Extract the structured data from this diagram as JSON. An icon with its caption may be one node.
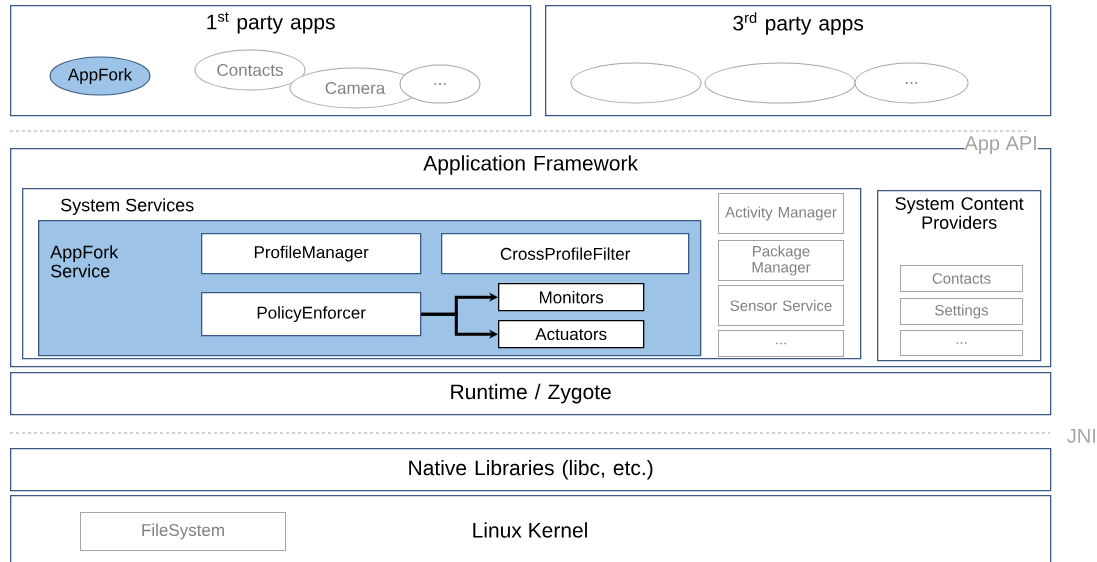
{
  "diagram": {
    "nodes": [
      {
        "text": [
          "1$^{st}$ party apps"
        ]
      },
      {
        "text": [
          "AppFork"
        ],
        "in": 0
      },
      {
        "text": [
          "Contacts"
        ],
        "in": 0
      },
      {
        "text": [
          "Camera"
        ],
        "in": 0
      },
      {
        "text": [
          "..."
        ],
        "in": 0
      },
      {
        "text": [
          "3$^{rd}$ party apps"
        ]
      },
      {
        "text": [],
        "shape": "circle",
        "in": 5
      },
      {
        "text": [],
        "shape": "circle",
        "in": 5
      },
      {
        "text": [
          "..."
        ],
        "in": 5
      },
      {
        "text": [
          "Application Framework"
        ]
      },
      {
        "text": [
          "System Services"
        ],
        "in": 9
      },
      {
        "text": [
          "AppFork Service"
        ],
        "in": 10
      },
      {
        "text": [
          "ProfileManager"
        ],
        "in": 11
      },
      {
        "text": [
          "CrossProfileFilter"
        ],
        "in": 11
      },
      {
        "text": [
          "PolicyEnforcer"
        ],
        "in": 11
      },
      {
        "text": [
          "Monitors"
        ],
        "in": 11
      },
      {
        "text": [
          "Actuators"
        ],
        "in": 11
      },
      {
        "text": [
          "Activity Manager"
        ],
        "in": 10
      },
      {
        "text": [
          "Package Manager"
        ],
        "in": 10
      },
      {
        "text": [
          "Sensor Service"
        ],
        "in": 10
      },
      {
        "text": [
          "..."
        ],
        "in": 10
      },
      {
        "text": [
          "System Content Providers"
        ],
        "in": 9
      },
      {
        "text": [
          "Contacts"
        ],
        "in": 21
      },
      {
        "text": [
          "Settings"
        ],
        "in": 21
      },
      {
        "text": [
          "..."
        ],
        "in": 21
      },
      {
        "text": [
          "Runtime / Zygote"
        ]
      },
      {
        "text": [
          "Native Libraries (libc, etc.)"
        ]
      },
      {
        "text": [
          "Linux Kernel"
        ]
      },
      {
        "text": [
          "FileSystem"
        ],
        "in": 27
      }
    ],
    "edges": [
      {
        "from": 14,
        "to": 15,
        "arrow": "to"
      },
      {
        "from": 14,
        "to": 16,
        "arrow": "to"
      }
    ],
    "labels": [
      "App API",
      "JNI"
    ]
  }
}
